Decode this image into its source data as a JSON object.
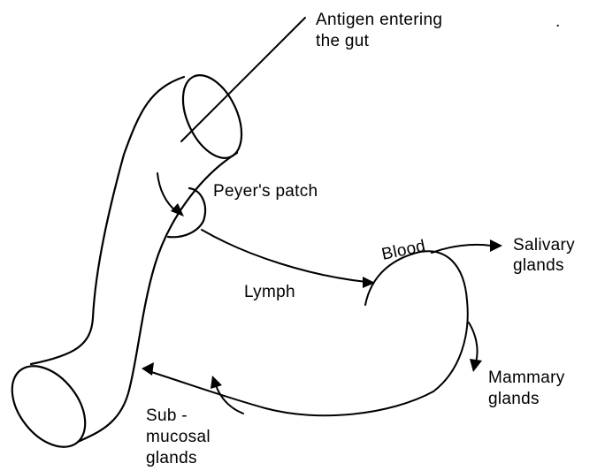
{
  "labels": {
    "antigen_line1": "Antigen entering",
    "antigen_line2": "the gut",
    "peyers_patch": "Peyer's patch",
    "blood": "Blood",
    "lymph": "Lymph",
    "salivary_line1": "Salivary",
    "salivary_line2": "glands",
    "mammary_line1": "Mammary",
    "mammary_line2": "glands",
    "submucosal_line1": "Sub -",
    "submucosal_line2": "mucosal",
    "submucosal_line3": "glands",
    "dot": "."
  }
}
